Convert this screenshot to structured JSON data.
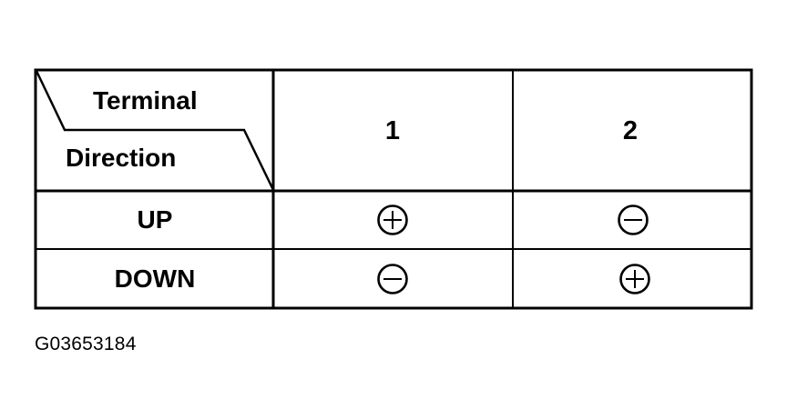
{
  "table": {
    "header": {
      "corner_top_label": "Terminal",
      "corner_bottom_label": "Direction",
      "columns": [
        "1",
        "2"
      ]
    },
    "rows": [
      {
        "direction": "UP",
        "terminal_1": "+",
        "terminal_2": "−",
        "terminal_1_icon": "plus-circle-icon",
        "terminal_2_icon": "minus-circle-icon"
      },
      {
        "direction": "DOWN",
        "terminal_1": "−",
        "terminal_2": "+",
        "terminal_1_icon": "minus-circle-icon",
        "terminal_2_icon": "plus-circle-icon"
      }
    ]
  },
  "caption": "G03653184",
  "colors": {
    "line": "#000000",
    "background": "#ffffff"
  }
}
